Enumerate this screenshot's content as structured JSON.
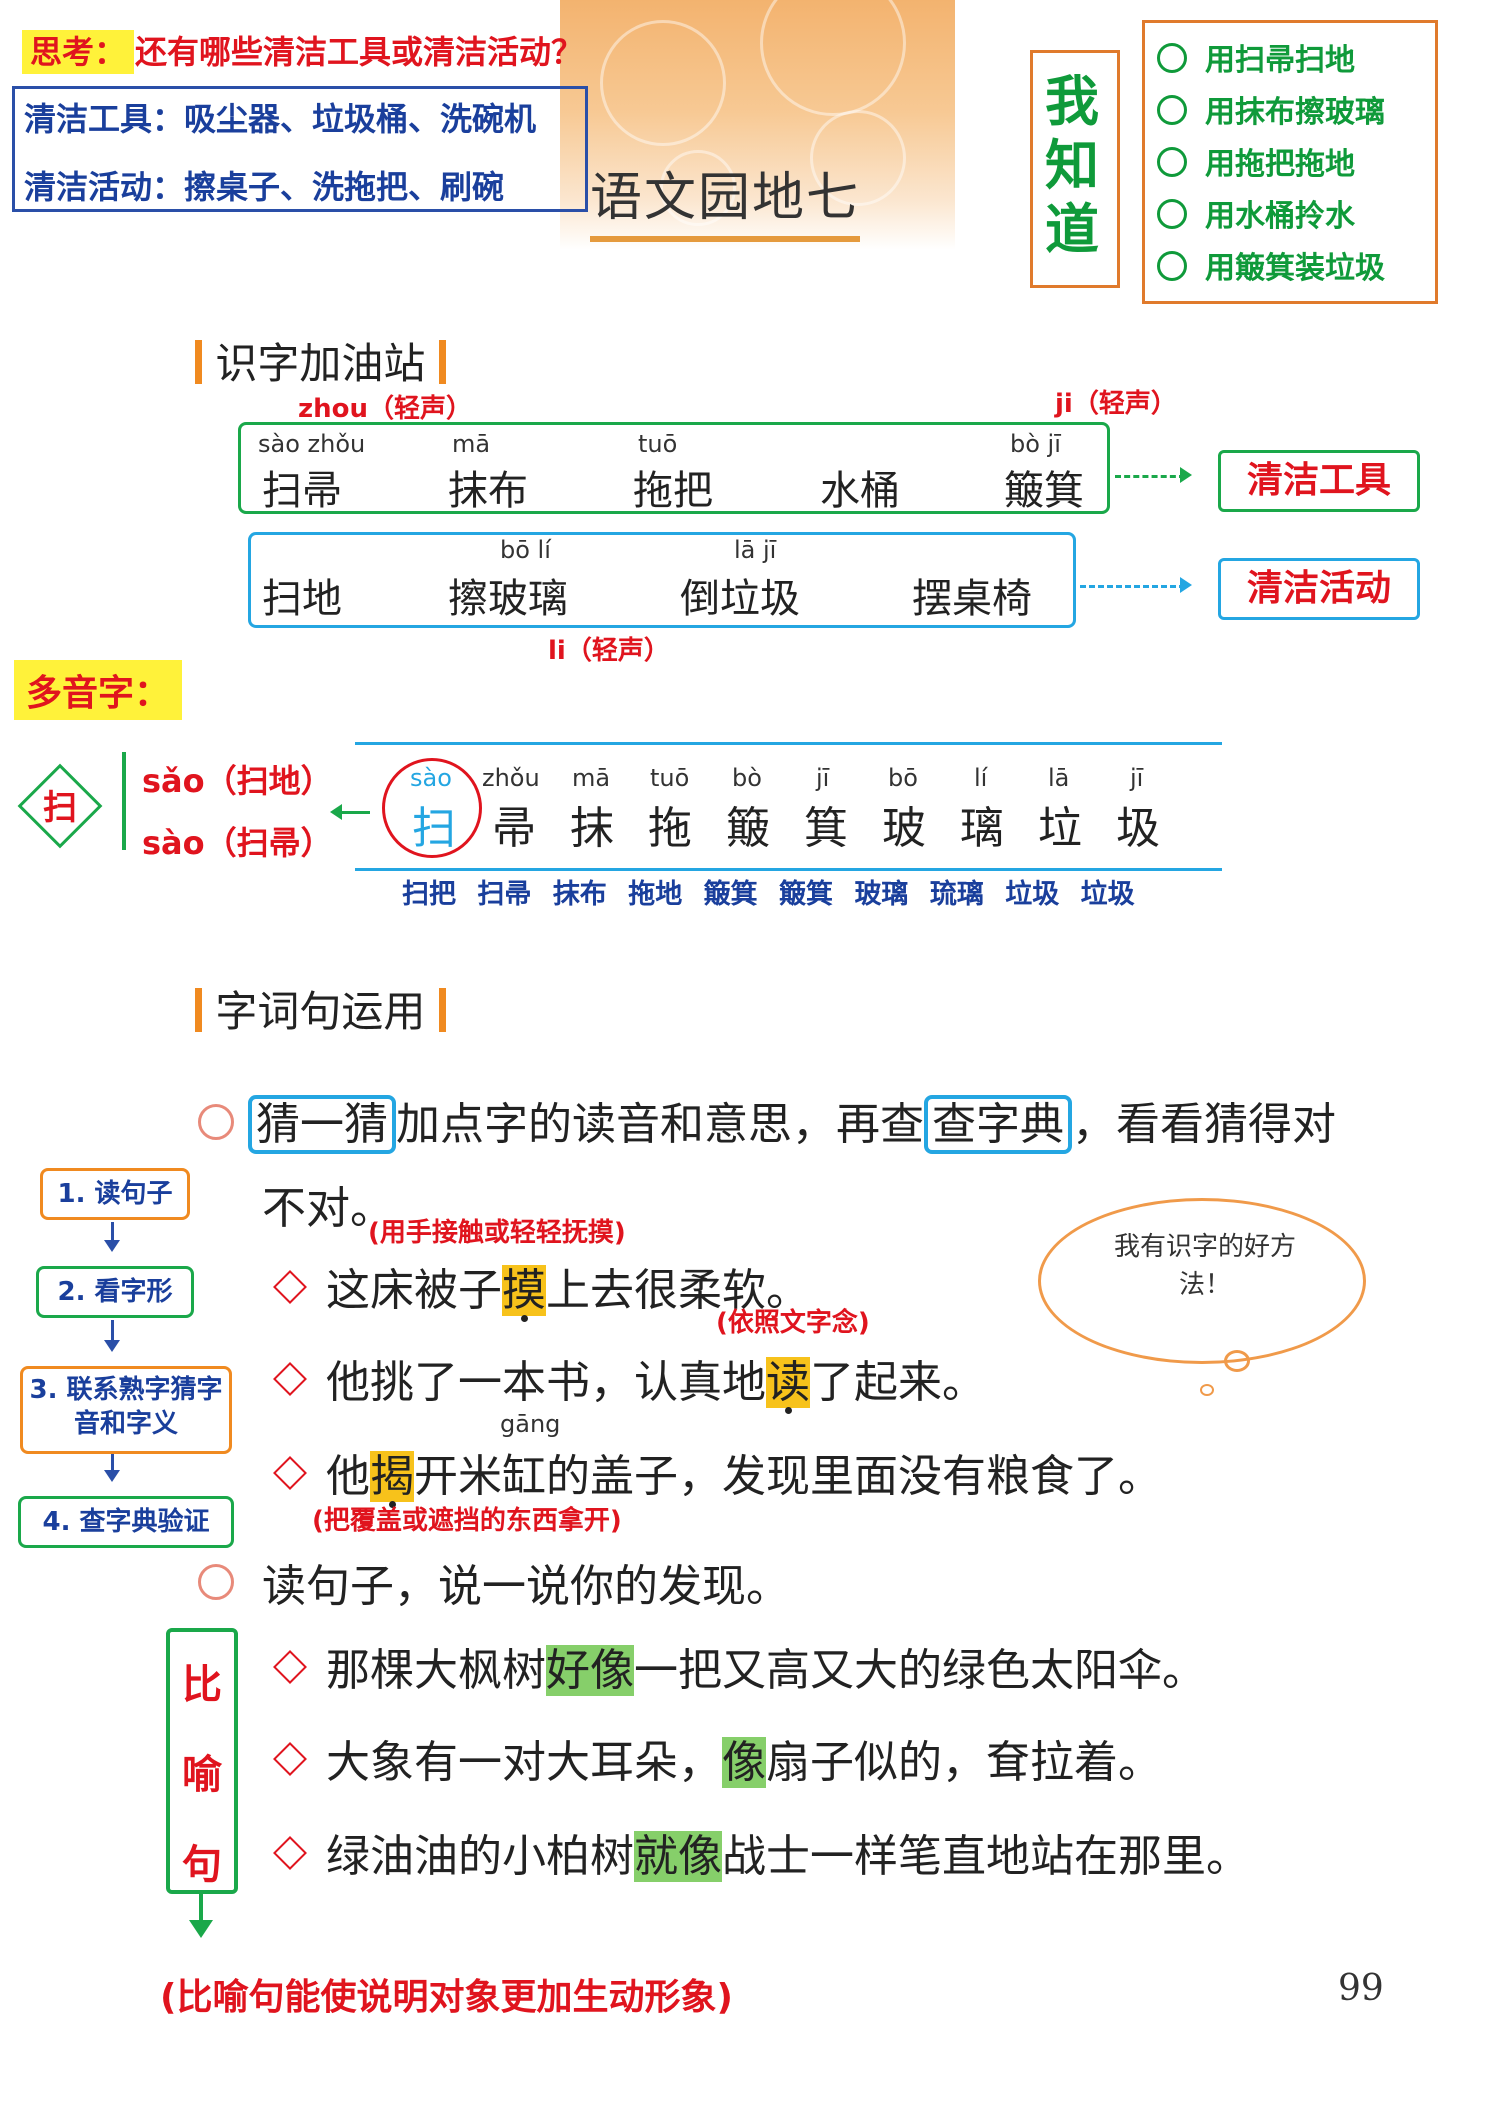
{
  "header": {
    "think_label": "思考：",
    "think_text": "还有哪些清洁工具或清洁活动？",
    "tools_line": "清洁工具：吸尘器、垃圾桶、洗碗机",
    "activities_line": "清洁活动：擦桌子、洗拖把、刷碗",
    "title": "语文园地七"
  },
  "know": {
    "title_chars": [
      "我",
      "知",
      "道"
    ],
    "items": [
      "用扫帚扫地",
      "用抹布擦玻璃",
      "用拖把拖地",
      "用水桶拎水",
      "用簸箕装垃圾"
    ]
  },
  "section1": {
    "title": "识字加油站",
    "note_zhou": "zhou（轻声）",
    "note_ji": "ji（轻声）",
    "note_li": "li（轻声）",
    "row1": [
      {
        "pinyin": "sào zhǒu",
        "word": "扫帚"
      },
      {
        "pinyin": "mā",
        "word": "抹布"
      },
      {
        "pinyin": "tuō",
        "word": "拖把"
      },
      {
        "pinyin": "",
        "word": "水桶"
      },
      {
        "pinyin": "bò  jī",
        "word": "簸箕"
      }
    ],
    "row2": [
      {
        "pinyin": "",
        "word": "扫地"
      },
      {
        "pinyin": "bō  lí",
        "word": "擦玻璃"
      },
      {
        "pinyin": "lā  jī",
        "word": "倒垃圾"
      },
      {
        "pinyin": "",
        "word": "摆桌椅"
      }
    ],
    "label_tools": "清洁工具",
    "label_activities": "清洁活动"
  },
  "polyphone": {
    "title": "多音字：",
    "char": "扫",
    "reading1": "sǎo（扫地）",
    "reading2": "sào（扫帚）",
    "chars": [
      {
        "pinyin": "sào",
        "char": "扫"
      },
      {
        "pinyin": "zhǒu",
        "char": "帚"
      },
      {
        "pinyin": "mā",
        "char": "抹"
      },
      {
        "pinyin": "tuō",
        "char": "拖"
      },
      {
        "pinyin": "bò",
        "char": "簸"
      },
      {
        "pinyin": "jī",
        "char": "箕"
      },
      {
        "pinyin": "bō",
        "char": "玻"
      },
      {
        "pinyin": "lí",
        "char": "璃"
      },
      {
        "pinyin": "lā",
        "char": "垃"
      },
      {
        "pinyin": "jī",
        "char": "圾"
      }
    ],
    "practice": [
      "扫把",
      "扫帚",
      "抹布",
      "拖地",
      "簸箕",
      "簸箕",
      "玻璃",
      "琉璃",
      "垃圾",
      "垃圾"
    ]
  },
  "section2": {
    "title": "字词句运用",
    "instr_guess": "猜一猜",
    "instr_mid": "加点字的读音和意思，再查",
    "instr_dict": "查字典",
    "instr_end": "，看看猜得对",
    "instr_line2": "不对。",
    "note1": "(用手接触或轻轻抚摸)",
    "s1_pre": "这床被子",
    "s1_key": "摸",
    "s1_post": "上去很柔软。",
    "note2": "(依照文字念)",
    "s2_pre": "他挑了一本书，认真地",
    "s2_key": "读",
    "s2_post": "了起来。",
    "s3_pinyin": "gāng",
    "s3_pre": "他",
    "s3_key": "揭",
    "s3_post": "开米缸的盖子，发现里面没有粮食了。",
    "note3": "(把覆盖或遮挡的东西拿开)",
    "bubble": "我有识字的好方法！",
    "steps": [
      "1. 读句子",
      "2. 看字形",
      "3. 联系熟字猜字音和字义",
      "4. 查字典验证"
    ]
  },
  "section3": {
    "instr": "读句子，说一说你的发现。",
    "side_chars": [
      "比",
      "喻",
      "句"
    ],
    "s1_pre": "那棵大枫树",
    "s1_key": "好像",
    "s1_post": "一把又高又大的绿色太阳伞。",
    "s2_pre": "大象有一对大耳朵，",
    "s2_key": "像",
    "s2_post": "扇子似的，耷拉着。",
    "s3_pre": "绿油油的小柏树",
    "s3_key": "就像",
    "s3_post": "战士一样笔直地站在那里。",
    "conclusion": "(比喻句能使说明对象更加生动形象)"
  },
  "page_number": "99"
}
